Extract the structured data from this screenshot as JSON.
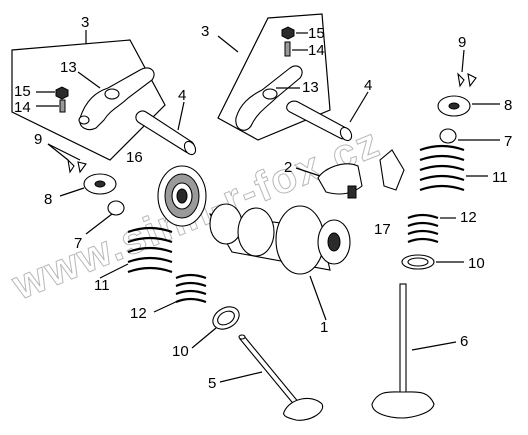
{
  "watermark": "www.sinn-r-fox.cz",
  "callouts": [
    {
      "id": "l3a",
      "text": "3"
    },
    {
      "id": "l3b",
      "text": "3"
    },
    {
      "id": "l13a",
      "text": "13"
    },
    {
      "id": "l13b",
      "text": "13"
    },
    {
      "id": "l15a",
      "text": "15"
    },
    {
      "id": "l15b",
      "text": "15"
    },
    {
      "id": "l14a",
      "text": "14"
    },
    {
      "id": "l14b",
      "text": "14"
    },
    {
      "id": "l4a",
      "text": "4"
    },
    {
      "id": "l4b",
      "text": "4"
    },
    {
      "id": "l9a",
      "text": "9"
    },
    {
      "id": "l9b",
      "text": "9"
    },
    {
      "id": "l8a",
      "text": "8"
    },
    {
      "id": "l8b",
      "text": "8"
    },
    {
      "id": "l16",
      "text": "16"
    },
    {
      "id": "l2",
      "text": "2"
    },
    {
      "id": "l7a",
      "text": "7"
    },
    {
      "id": "l7b",
      "text": "7"
    },
    {
      "id": "l11a",
      "text": "11"
    },
    {
      "id": "l11b",
      "text": "11"
    },
    {
      "id": "l12a",
      "text": "12"
    },
    {
      "id": "l12b",
      "text": "12"
    },
    {
      "id": "l17",
      "text": "17"
    },
    {
      "id": "l10a",
      "text": "10"
    },
    {
      "id": "l10b",
      "text": "10"
    },
    {
      "id": "l1",
      "text": "1"
    },
    {
      "id": "l6",
      "text": "6"
    },
    {
      "id": "l5",
      "text": "5"
    }
  ]
}
